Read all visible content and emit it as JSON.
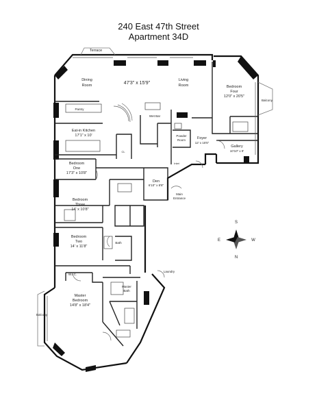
{
  "header": {
    "address": "240 East 47th Street",
    "unit": "Apartment 34D"
  },
  "rooms": {
    "terrace_top": "Terrace",
    "dining": "Dining",
    "dining2": "Room",
    "living": "Living",
    "living2": "Room",
    "big_dim": "47'3\" x 15'9\"",
    "bedroom_four": "Bedroom",
    "bedroom_four2": "Four",
    "bedroom_four_dim": "12'0\" x 20'5\"",
    "balcony_right": "Balcony",
    "pantry": "Pantry",
    "eat_kitchen": "Eat-in Kitchen",
    "eat_kitchen_dim": "17'1\" x 10'",
    "wet_bar": "Wet Bar",
    "powder": "Powder",
    "powder2": "Room",
    "foyer": "Foyer",
    "foyer_dim": "12' x 15'5\"",
    "gallery": "Gallery",
    "gallery_dim": "10'10\" x 9'",
    "bed1": "Bedroom",
    "bed1b": "One",
    "bed1_dim": "17'3\" x 10'8\"",
    "bed3": "Bedroom",
    "bed3b": "Three",
    "bed3_dim": "14' x 10'8\"",
    "bed2": "Bedroom",
    "bed2b": "Two",
    "bed2_dim": "14' x 11'8\"",
    "den": "Den",
    "den_dim": "6'10\" x 8'8\"",
    "main_hall": "Main",
    "main_hall2": "Entrance",
    "master": "Master",
    "master2": "Bedroom",
    "master_dim": "14'8\" x 18'4\"",
    "balcony_left": "Balcony",
    "master_bath": "Master",
    "master_bath2": "Bath",
    "wic": "W.I.C.",
    "bath": "Bath",
    "laundry": "Laundry",
    "closet": "CL",
    "inlet": "Inlet"
  },
  "compass": {
    "n": "N",
    "s": "S",
    "e": "E",
    "w": "W"
  }
}
